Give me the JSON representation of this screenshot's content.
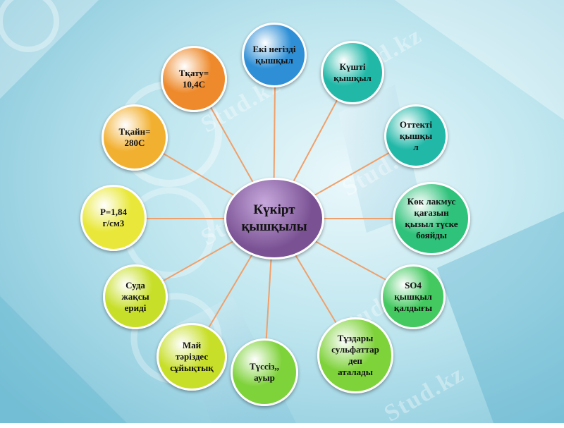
{
  "colors": {
    "center": "#7a5294",
    "blue": "#2f8fd6",
    "teal": "#22b8a8",
    "green": "#2fc27a",
    "green2": "#43c95f",
    "lime": "#7ed23a",
    "yellowgreen": "#c8df2a",
    "yellow": "#e9e83a",
    "gold": "#f2b030",
    "orange": "#ee8a2c",
    "connector": "#f0a06a"
  },
  "center": {
    "text": "Күкірт\nқышқылы"
  },
  "nodes": [
    {
      "id": "eki-negizdi",
      "text": "Екі негізді\nқышқыл"
    },
    {
      "id": "kushti",
      "text": "Күшті\nқышқыл"
    },
    {
      "id": "ottekti",
      "text": "Оттекті\nқышқы\nл"
    },
    {
      "id": "kok-lakmus",
      "text": "Көк лакмус\nқағазын\nқызыл түске\nбояйды"
    },
    {
      "id": "so4",
      "text": "SO4\nқышқыл\nқалдығы"
    },
    {
      "id": "tuzdary",
      "text": "Тұздары\nсульфаттар\nдеп\nаталады"
    },
    {
      "id": "tussiz",
      "text": "Түссіз,,\nауыр"
    },
    {
      "id": "mai",
      "text": "Май\nтәріздес\nсұйықтық"
    },
    {
      "id": "suda",
      "text": "Суда\nжақсы\nериді"
    },
    {
      "id": "density",
      "text": "P=1,84\nг/см3"
    },
    {
      "id": "tkaiyn",
      "text": "Тқайн=\n280С"
    },
    {
      "id": "tkatu",
      "text": "Тқату=\n10,4С"
    }
  ],
  "watermarks": [
    "Stud.kz",
    "Stud.kz",
    "Stud.kz",
    "Stud.kz",
    "Stud.kz",
    "Stud.kz"
  ]
}
